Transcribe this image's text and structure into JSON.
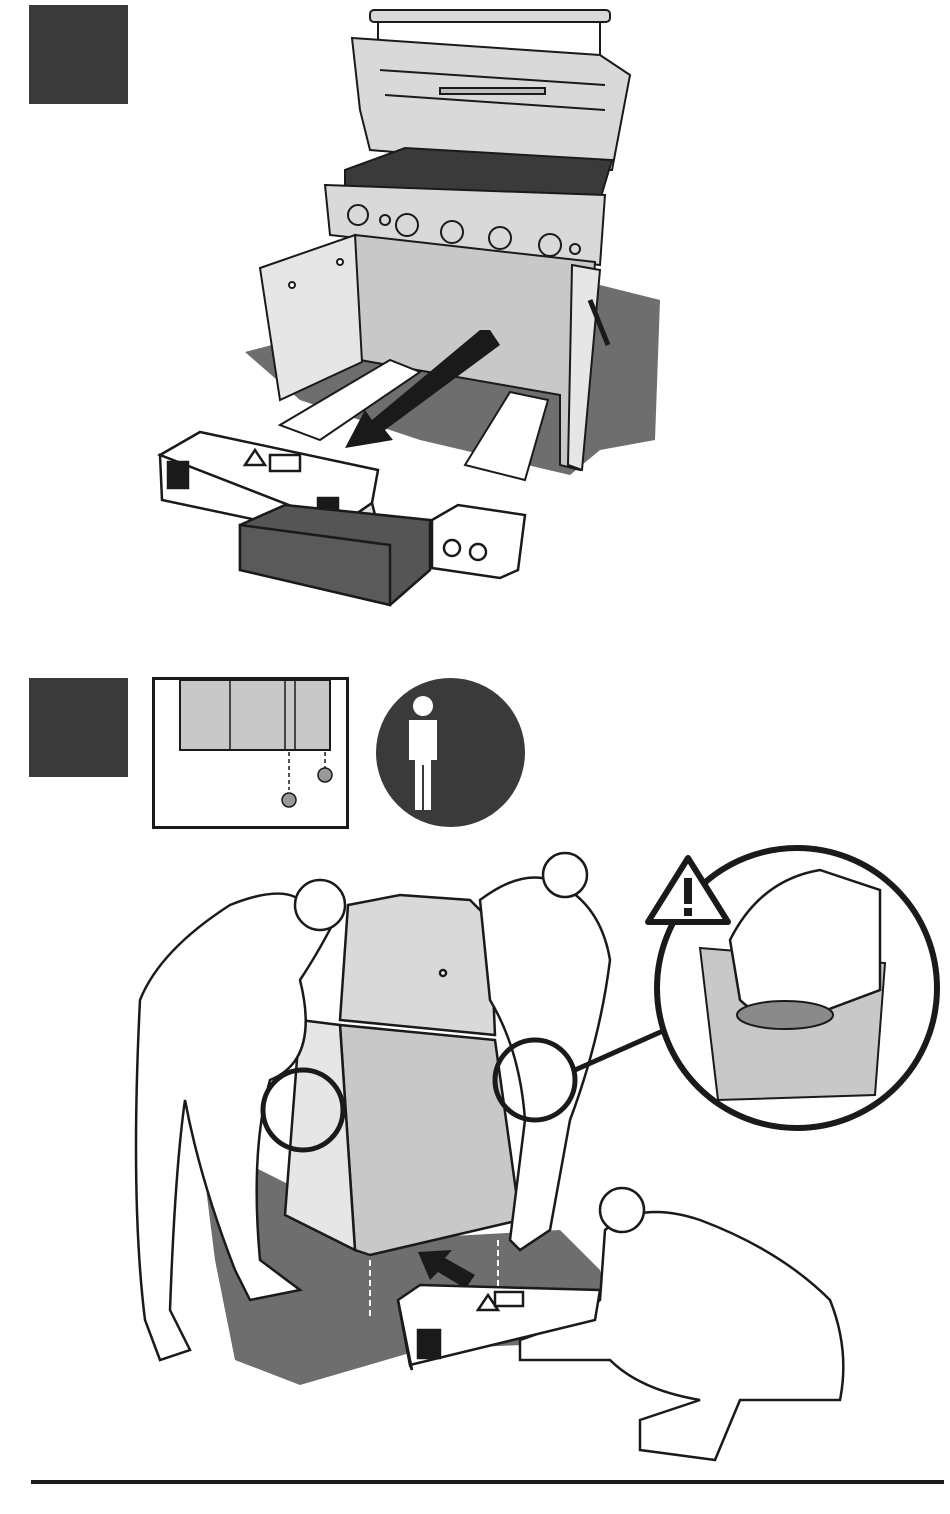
{
  "document": {
    "type": "assembly-instructions-page",
    "steps": [
      {
        "marker": "step-1-marker",
        "illustration": "grill-unboxing-remove-boxes"
      },
      {
        "marker": "step-2-marker",
        "illustration": "lift-grill-attach-casters"
      }
    ],
    "icons": {
      "person_count_icon": "person-icon",
      "caution_icon": "warning-triangle-icon",
      "this_side_up_icon": "this-side-up-arrows-icon",
      "caster_icon": "caster-wheel-icon"
    },
    "colors": {
      "step_marker": "#3a3a3a",
      "grill_fill": "#d9d9d9",
      "cardboard": "#6e6e6e",
      "box_dark": "#555555",
      "line": "#1a1a1a"
    }
  }
}
